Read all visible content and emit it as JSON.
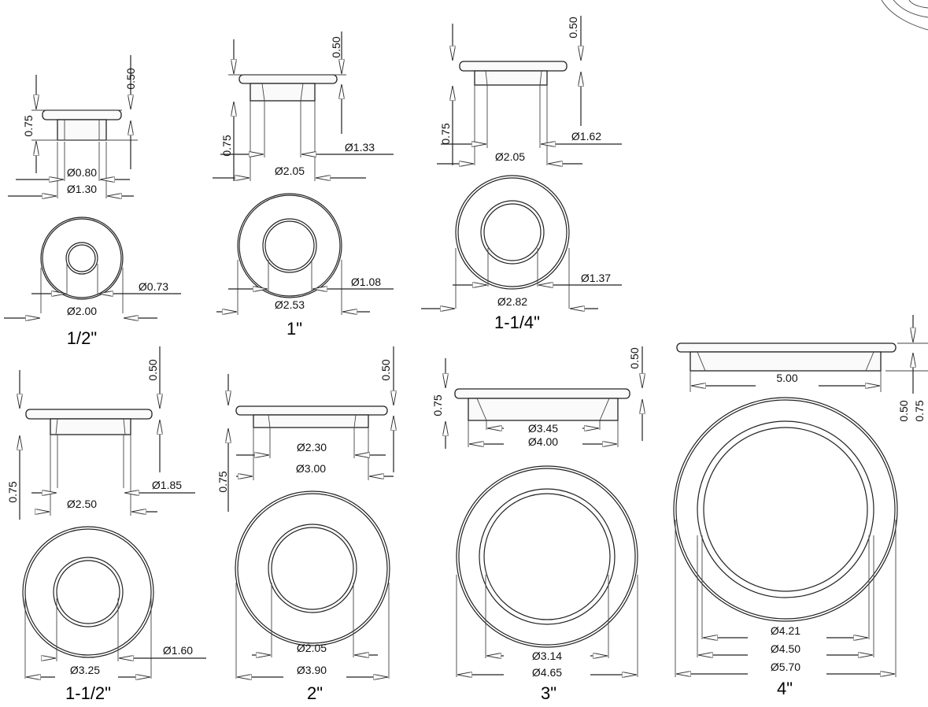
{
  "parts": [
    {
      "id": "half",
      "caption": "1/2\"",
      "side": [
        "0.50",
        "0.75"
      ],
      "top": [
        "Ø0.80",
        "Ø1.30"
      ],
      "plan": [
        "Ø0.73",
        "Ø2.00"
      ]
    },
    {
      "id": "one",
      "caption": "1\"",
      "side": [
        "0.50",
        "0.75"
      ],
      "top": [
        "Ø1.33",
        "Ø2.05"
      ],
      "plan": [
        "Ø1.08",
        "Ø2.53"
      ]
    },
    {
      "id": "one-quarter",
      "caption": "1-1/4\"",
      "side": [
        "0.50",
        "0.75"
      ],
      "top": [
        "Ø1.62",
        "Ø2.05"
      ],
      "plan": [
        "Ø1.37",
        "Ø2.82"
      ]
    },
    {
      "id": "one-half",
      "caption": "1-1/2\"",
      "side": [
        "0.50",
        "0.75"
      ],
      "top": [
        "Ø1.85",
        "Ø2.50"
      ],
      "plan": [
        "Ø1.60",
        "Ø3.25"
      ]
    },
    {
      "id": "two",
      "caption": "2\"",
      "side": [
        "0.50",
        "0.75"
      ],
      "top": [
        "Ø2.30",
        "Ø3.00"
      ],
      "plan": [
        "Ø2.05",
        "Ø3.90"
      ]
    },
    {
      "id": "three",
      "caption": "3\"",
      "side": [
        "0.50",
        "0.75"
      ],
      "top": [
        "Ø3.45",
        "Ø4.00"
      ],
      "plan": [
        "Ø3.14",
        "Ø4.65"
      ]
    },
    {
      "id": "four",
      "caption": "4\"",
      "side": [
        "0.50",
        "0.75"
      ],
      "top": [
        "5.00"
      ],
      "plan": [
        "Ø4.21",
        "Ø4.50",
        "Ø5.70"
      ]
    }
  ]
}
